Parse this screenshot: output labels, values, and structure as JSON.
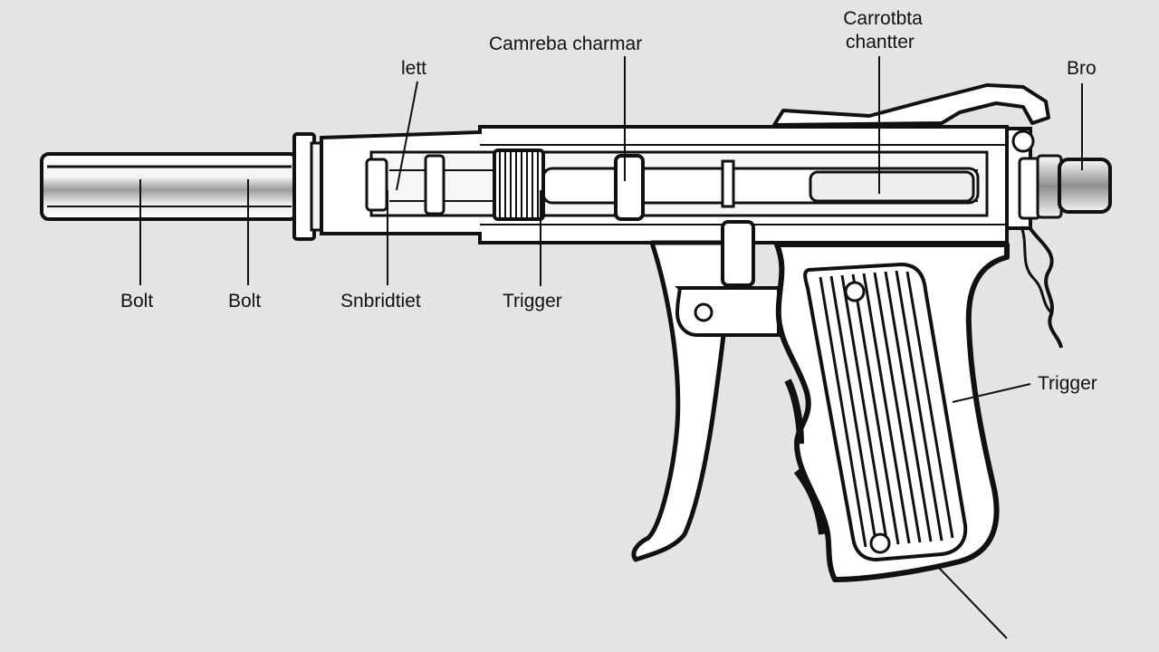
{
  "labels": {
    "bolt_left": "Bolt",
    "bolt_right": "Bolt",
    "lett": "lett",
    "snbridtiet": "Snbridtiet",
    "camreba_charmar": "Camreba charmar",
    "trigger_mid": "Trigger",
    "carrotbta_line1": "Carrotbta",
    "carrotbta_line2": "chantter",
    "bro": "Bro",
    "trigger_right": "Trigger"
  },
  "colors": {
    "background": "#e4e4e4",
    "outline": "#111111",
    "metal_fill": "#ffffff",
    "shade": "#bdbdbd"
  }
}
